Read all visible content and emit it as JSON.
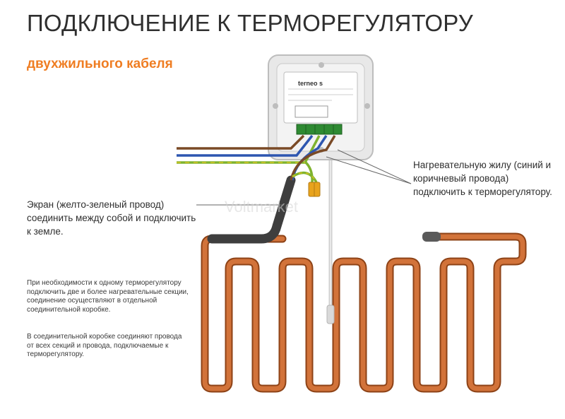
{
  "title": "ПОДКЛЮЧЕНИЕ К ТЕРМОРЕГУЛЯТОРУ",
  "subtitle": "двухжильного кабеля",
  "labels": {
    "heating_core": "Нагревательную жилу (синий и коричневый провода) подключить к терморегулятору.",
    "shield": "Экран (желто-зеленый провод) соединить между собой и подключить к земле."
  },
  "notes": {
    "multi_section": "При необходимости к одному терморегулятору подключить две и более нагревательные секции, соединение осуществляют в отдельной соединительной коробке.",
    "junction_box": "В соединительной коробке соединяют провода от всех секций и провода, подключаемые к терморегулятору."
  },
  "device": {
    "brand": "terneo s"
  },
  "watermark": "Voltmarket",
  "colors": {
    "accent": "#ef7d22",
    "heating_cable": "#c8692c",
    "wire_brown": "#7a4a26",
    "wire_blue": "#2d56b0",
    "wire_green": "#7fb32e",
    "wire_yellow": "#e2c51b",
    "shield_sleeve": "#4a4a4a"
  }
}
